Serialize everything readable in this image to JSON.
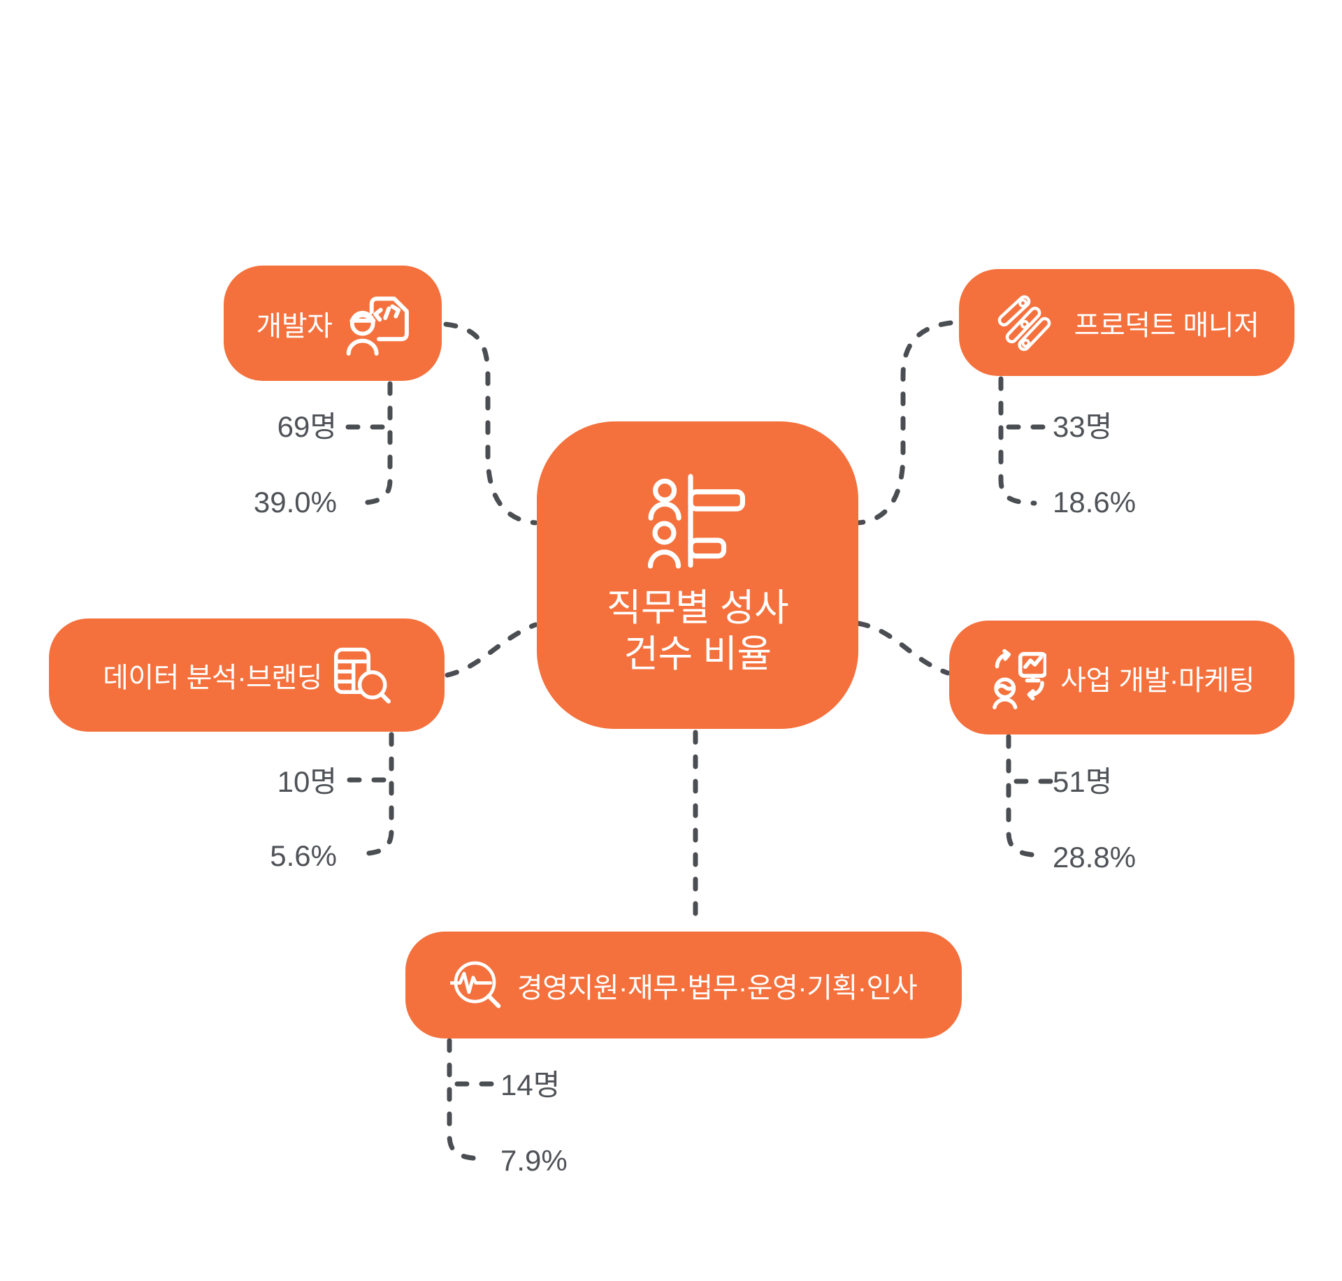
{
  "center": {
    "title_line1": "직무별 성사",
    "title_line2": "건수 비율",
    "icon": "people-bar-chart-icon"
  },
  "branches": [
    {
      "id": "developer",
      "label": "개발자",
      "count": "69명",
      "percent": "39.0%",
      "icon": "developer-hardhat-code-document-icon"
    },
    {
      "id": "product-manager",
      "label": "프로덕트 매니저",
      "count": "33명",
      "percent": "18.6%",
      "icon": "diagonal-sliders-icon"
    },
    {
      "id": "data-analysis-branding",
      "label": "데이터 분석·브랜딩",
      "count": "10명",
      "percent": "5.6%",
      "icon": "data-table-magnifier-icon"
    },
    {
      "id": "business-dev-marketing",
      "label": "사업 개발·마케팅",
      "count": "51명",
      "percent": "28.8%",
      "icon": "person-presentation-exchange-icon"
    },
    {
      "id": "management-support",
      "label": "경영지원·재무·법무·운영·기획·인사",
      "count": "14명",
      "percent": "7.9%",
      "icon": "pulse-magnifier-icon"
    }
  ],
  "colors": {
    "node_fill": "#F4703C",
    "node_text": "#FFFFFF",
    "connector": "#4A4D51",
    "stat_text": "#4F5257",
    "background": "#FFFFFF"
  }
}
